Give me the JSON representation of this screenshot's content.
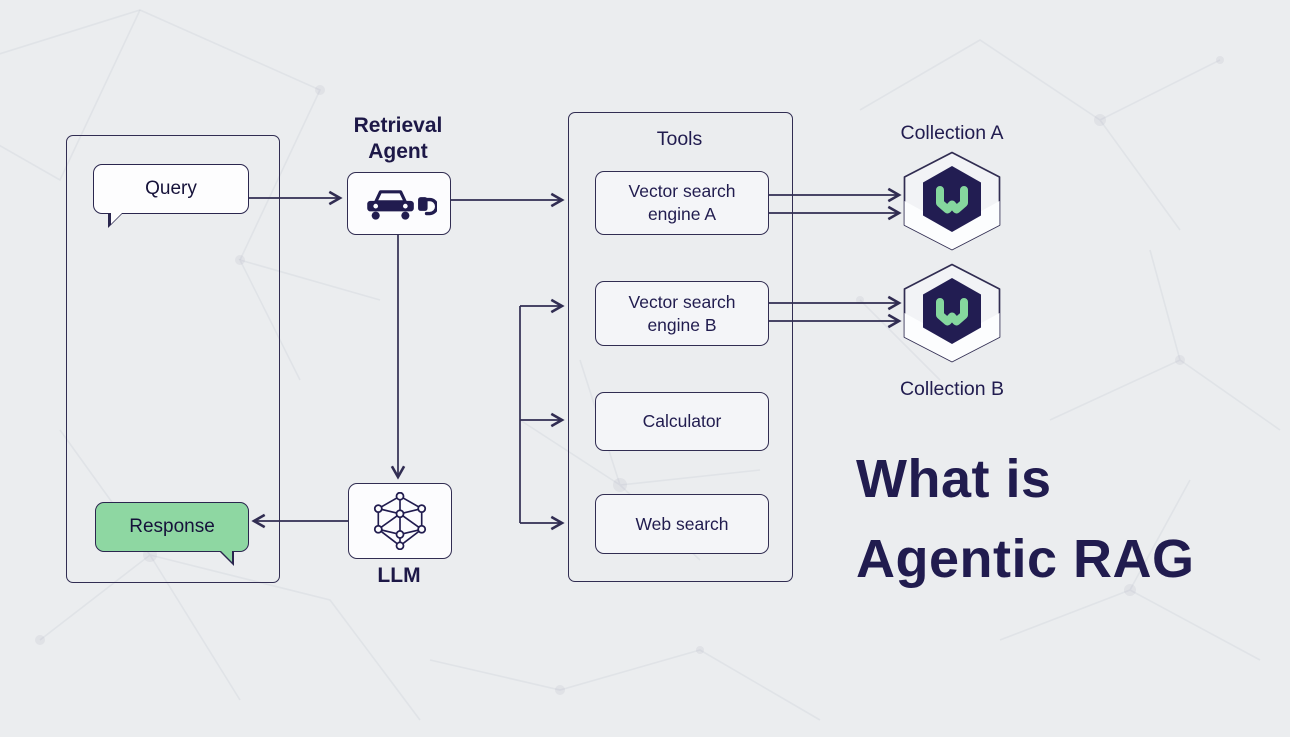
{
  "title": {
    "line1": "What is",
    "line2": "Agentic RAG"
  },
  "flow": {
    "query": {
      "label": "Query"
    },
    "response": {
      "label": "Response"
    },
    "retrieval_agent": {
      "label_line1": "Retrieval",
      "label_line2": "Agent"
    },
    "llm": {
      "label": "LLM"
    }
  },
  "tools": {
    "title": "Tools",
    "items": [
      {
        "label": "Vector search engine A"
      },
      {
        "label": "Vector search engine B"
      },
      {
        "label": "Calculator"
      },
      {
        "label": "Web search"
      }
    ]
  },
  "collections": {
    "a": {
      "label": "Collection A"
    },
    "b": {
      "label": "Collection B"
    }
  },
  "colors": {
    "background": "#ebedef",
    "line": "#312d52",
    "navy_text": "#211c4f",
    "response_green": "#8ed7a2",
    "logo_green": "#85d79e",
    "logo_hex_navy": "#221d52",
    "box_fill": "#f4f5f8",
    "white": "#fdfdfe"
  }
}
